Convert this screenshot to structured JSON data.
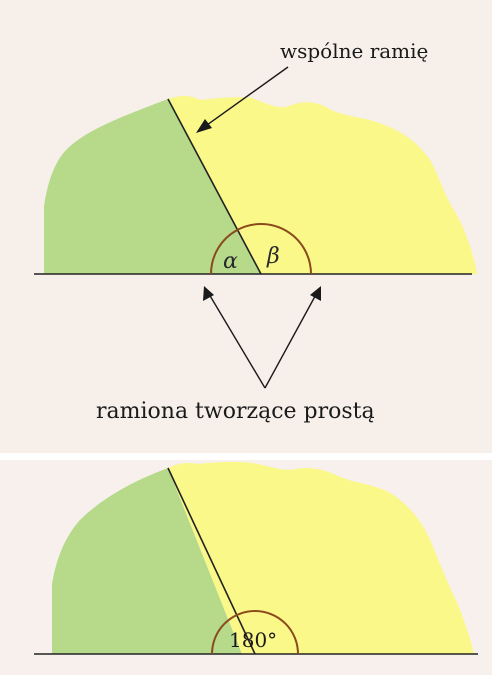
{
  "top_diagram": {
    "common_arm_label": "wspólne ramię",
    "arms_label": "ramiona tworzące prostą",
    "angle_alpha": "α",
    "angle_beta": "β"
  },
  "bottom_diagram": {
    "straight_angle_label": "180°"
  },
  "colors": {
    "green_region": "#b6d98a",
    "yellow_region": "#fbf88a",
    "arc": "#8a4a1c",
    "line": "#222222"
  }
}
